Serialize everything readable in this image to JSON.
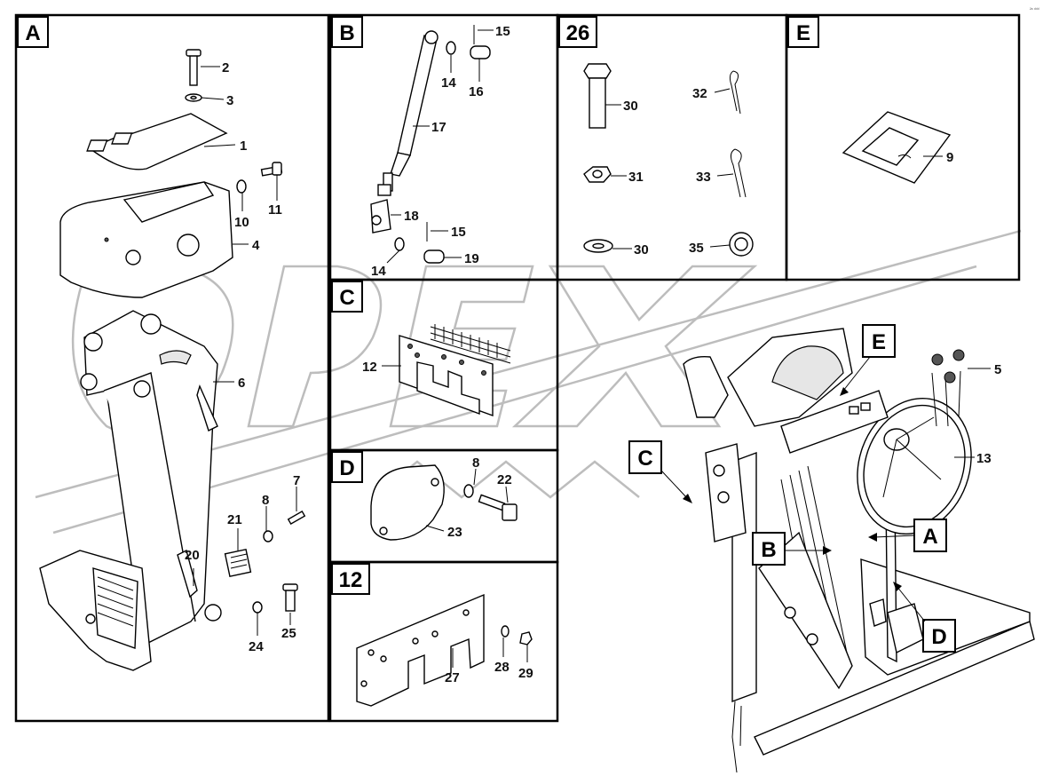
{
  "corner_mark": "²ᵃ ᵈᵈᵈ",
  "panels": {
    "A": "A",
    "B": "B",
    "26": "26",
    "E": "E",
    "C": "C",
    "D": "D",
    "12": "12"
  },
  "callouts": {
    "A": "A",
    "B": "B",
    "C": "C",
    "D": "D",
    "E": "E"
  },
  "labels": {
    "a1": "1",
    "a2": "2",
    "a3": "3",
    "a4": "4",
    "a6": "6",
    "a7": "7",
    "a8": "8",
    "a10": "10",
    "a11": "11",
    "a20": "20",
    "a21": "21",
    "a24": "24",
    "a25": "25",
    "b14a": "14",
    "b14b": "14",
    "b15a": "15",
    "b15b": "15",
    "b16": "16",
    "b17": "17",
    "b18": "18",
    "b19": "19",
    "k30a": "30",
    "k30b": "30",
    "k31": "31",
    "k32": "32",
    "k33": "33",
    "k35": "35",
    "e9": "9",
    "c12": "12",
    "d8": "8",
    "d22": "22",
    "d23": "23",
    "p27": "27",
    "p28": "28",
    "p29": "29",
    "m5": "5",
    "m13": "13"
  }
}
